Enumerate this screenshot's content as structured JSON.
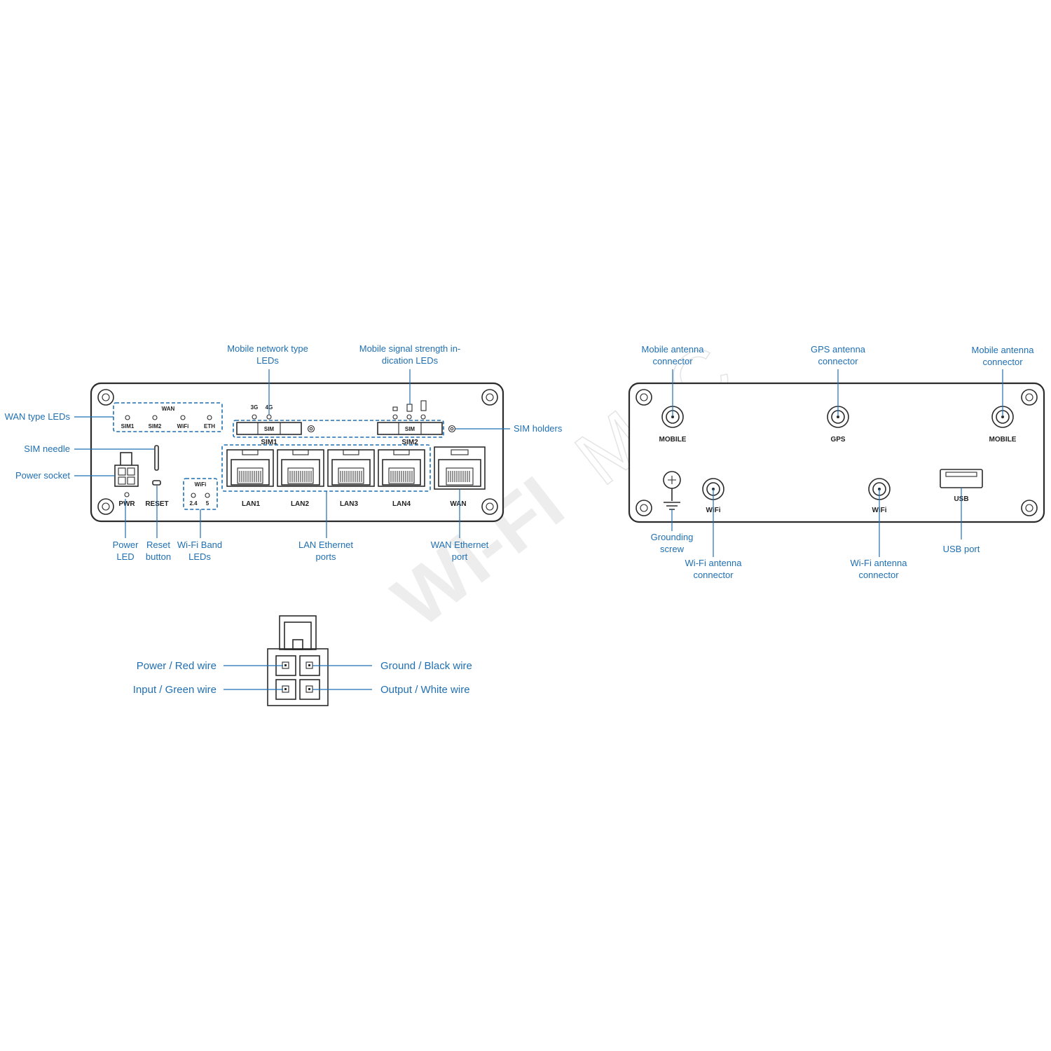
{
  "watermark": {
    "part1": "WI-FI",
    "part2": "MAC"
  },
  "front_panel": {
    "wan_group": {
      "title": "WAN",
      "leds": [
        "SIM1",
        "SIM2",
        "WiFi",
        "ETH"
      ]
    },
    "network_type_leds": [
      "3G",
      "4G"
    ],
    "sim_slot_label": "SIM",
    "sim_holders": [
      "SIM1",
      "SIM2"
    ],
    "wifi_group": {
      "title": "WiFi",
      "leds": [
        "2.4",
        "5"
      ]
    },
    "ports": [
      "PWR",
      "RESET",
      "LAN1",
      "LAN2",
      "LAN3",
      "LAN4",
      "WAN"
    ]
  },
  "front_callouts": {
    "wan_type_leds": "WAN type LEDs",
    "sim_needle": "SIM needle",
    "power_socket": "Power socket",
    "mobile_network_type": [
      "Mobile network type",
      "LEDs"
    ],
    "mobile_signal_strength": [
      "Mobile signal strength in-",
      "dication LEDs"
    ],
    "sim_holders": "SIM holders",
    "power_led": [
      "Power",
      "LED"
    ],
    "reset_button": [
      "Reset",
      "button"
    ],
    "wifi_band_leds": [
      "Wi-Fi Band",
      "LEDs"
    ],
    "lan_ethernet_ports": [
      "LAN Ethernet",
      "ports"
    ],
    "wan_ethernet_port": [
      "WAN Ethernet",
      "port"
    ]
  },
  "back_panel": {
    "connectors": [
      "MOBILE",
      "GPS",
      "MOBILE",
      "WiFi",
      "WiFi",
      "USB"
    ]
  },
  "back_callouts": {
    "mobile_antenna_left": [
      "Mobile antenna",
      "connector"
    ],
    "gps_antenna": [
      "GPS antenna",
      "connector"
    ],
    "mobile_antenna_right": [
      "Mobile antenna",
      "connector"
    ],
    "grounding_screw": [
      "Grounding",
      "screw"
    ],
    "wifi_antenna_left": [
      "Wi-Fi antenna",
      "connector"
    ],
    "wifi_antenna_right": [
      "Wi-Fi antenna",
      "connector"
    ],
    "usb_port": "USB port"
  },
  "power_connector": {
    "power": "Power / Red wire",
    "input": "Input / Green wire",
    "ground": "Ground / Black wire",
    "output": "Output / White wire"
  },
  "colors": {
    "callout": "#1f6fb2",
    "device_line": "#2b2b2b"
  }
}
